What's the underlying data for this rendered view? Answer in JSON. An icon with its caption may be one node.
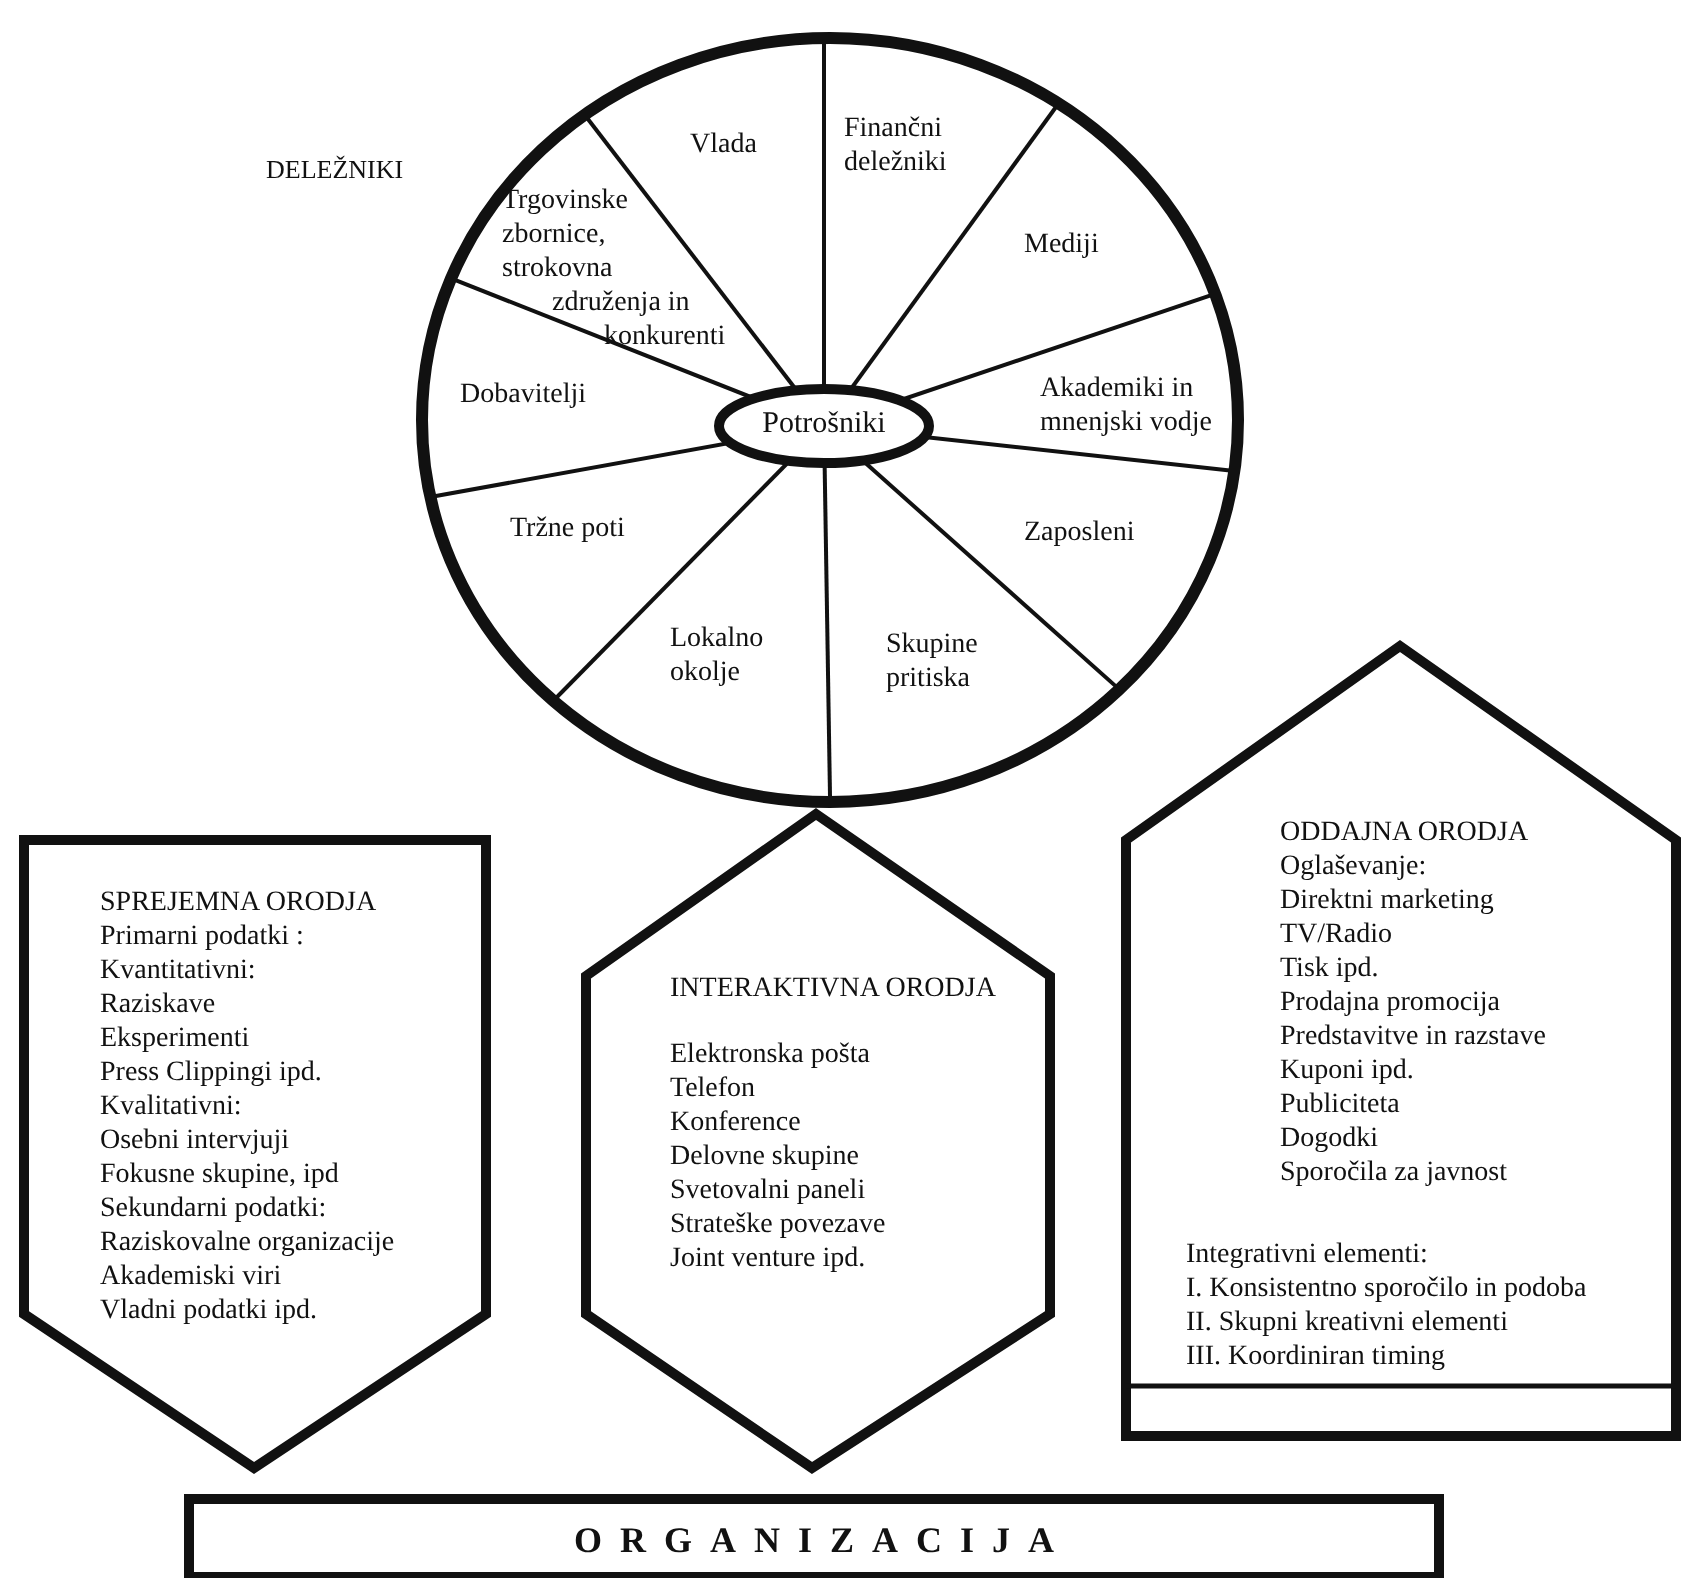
{
  "diagram": {
    "nodes": [
      {
        "text": [
          "DELEŽNIKI"
        ]
      },
      {
        "text": [
          "Vlada"
        ],
        "in": 0
      },
      {
        "text": [
          "Finančni deležniki"
        ],
        "in": 0
      },
      {
        "text": [
          "Mediji"
        ],
        "in": 0
      },
      {
        "text": [
          "Akademiki in mnenjski vodje"
        ],
        "in": 0
      },
      {
        "text": [
          "Zaposleni"
        ],
        "in": 0
      },
      {
        "text": [
          "Skupine pritiska"
        ],
        "in": 0
      },
      {
        "text": [
          "Lokalno okolje"
        ],
        "in": 0
      },
      {
        "text": [
          "Tržne poti"
        ],
        "in": 0
      },
      {
        "text": [
          "Dobavitelji"
        ],
        "in": 0
      },
      {
        "text": [
          "Trgovinske zbornice, strokovna združenja in konkurenti"
        ],
        "in": 0
      },
      {
        "text": [
          "Potrošniki"
        ],
        "in": 0
      },
      {
        "text": [
          "SPREJEMNA ORODJA",
          "Primarni podatki :",
          "Kvantitativni:",
          "Raziskave",
          "Eksperimenti",
          "Press Clippingi ipd.",
          "Kvalitativni:",
          "Osebni intervjuji",
          "Fokusne skupine, ipd",
          "Sekundarni podatki:",
          "Raziskovalne organizacije",
          "Akademiski viri",
          "Vladni podatki ipd."
        ]
      },
      {
        "text": [
          "INTERAKTIVNA ORODJA",
          "Elektronska pošta",
          "Telefon",
          "Konference",
          "Delovne skupine",
          "Svetovalni paneli",
          "Strateške povezave",
          "Joint venture ipd."
        ]
      },
      {
        "text": [
          "ODDAJNA ORODJA",
          "Oglaševanje:",
          "Direktni marketing",
          "TV/Radio",
          "Tisk ipd.",
          "Prodajna promocija",
          "Predstavitve in razstave",
          "Kuponi ipd.",
          "Publiciteta",
          "Dogodki",
          "Sporočila za javnost",
          "Integrativni elementi:",
          "I. Konsistentno sporočilo in podoba",
          "II. Skupni kreativni elementi",
          "III. Koordiniran timing"
        ]
      },
      {
        "text": [
          "ORGANIZACIJA"
        ]
      }
    ],
    "edges": []
  }
}
